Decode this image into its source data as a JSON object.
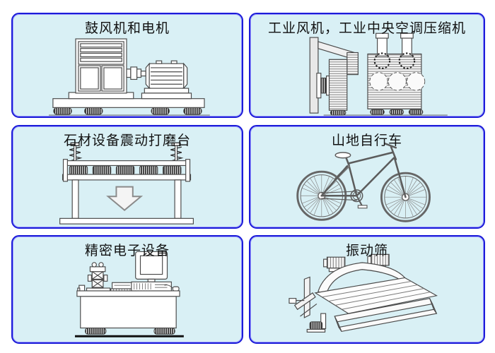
{
  "style": {
    "page_background": "#ffffff",
    "panel_background": "#d9f0f5",
    "panel_border": "#1c1cd8",
    "title_color": "#111111",
    "drawing_line_color": "#4a4a4a"
  },
  "panels": [
    {
      "id": "blower-and-motor",
      "title": "鼓风机和电机",
      "illustration": "blower-and-motor-line-drawing"
    },
    {
      "id": "industrial-fan-compressor",
      "title": "工业风机，工业中央空调压缩机",
      "illustration": "industrial-fan-and-compressor-line-drawing"
    },
    {
      "id": "stone-grinding-table",
      "title": "石材设备震动打磨台",
      "illustration": "vibration-grinding-table-line-drawing"
    },
    {
      "id": "mountain-bike",
      "title": "山地自行车",
      "illustration": "mountain-bike-line-drawing"
    },
    {
      "id": "precision-electronics",
      "title": "精密电子设备",
      "illustration": "precision-electronics-line-drawing"
    },
    {
      "id": "vibrating-screen",
      "title": "振动筛",
      "illustration": "vibrating-screen-line-drawing"
    }
  ]
}
